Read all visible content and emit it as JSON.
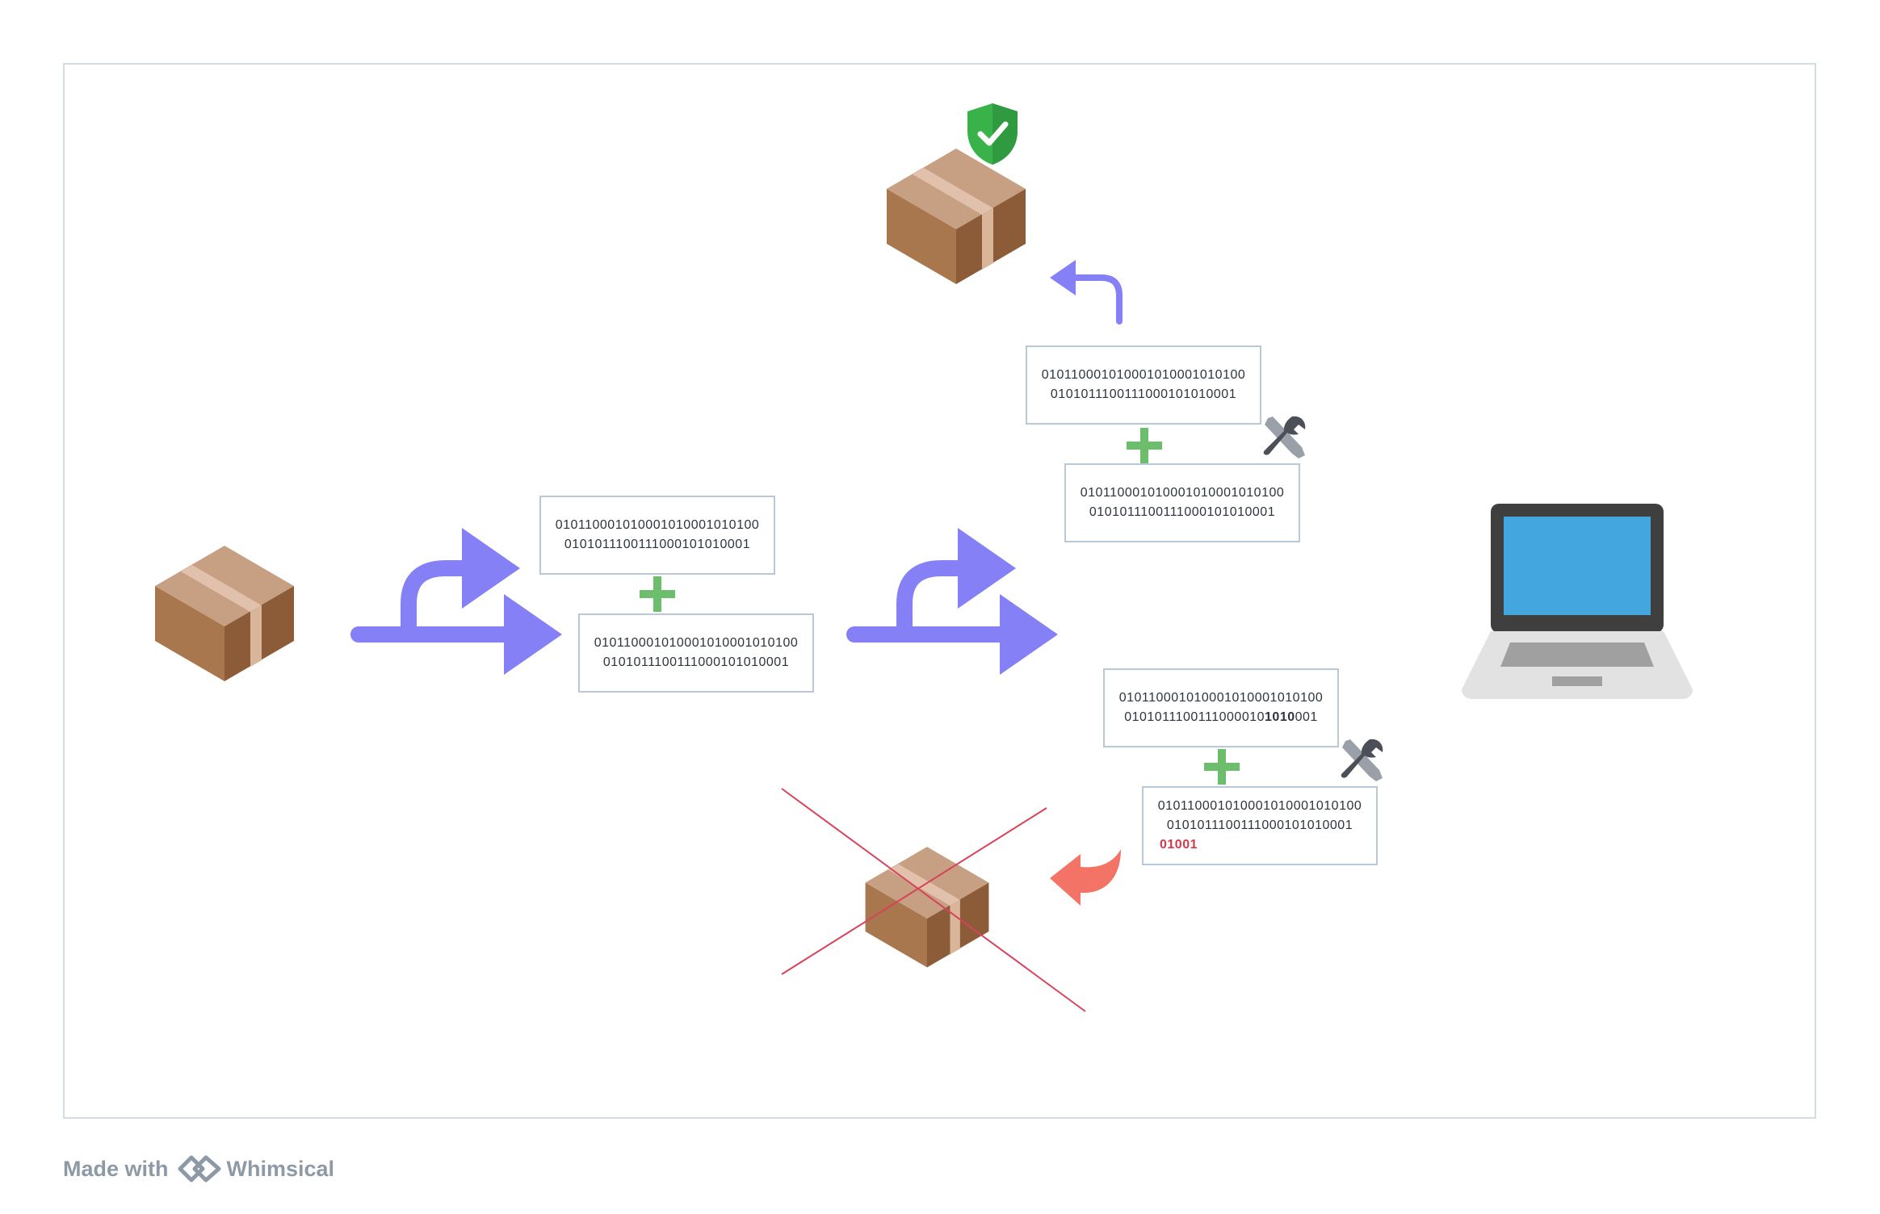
{
  "colors": {
    "arrow": "#8580f5",
    "plus": "#6cbd6c",
    "red_arrow": "#f37466",
    "cross": "#d8425a",
    "frame_border": "#d3dce0",
    "box_border": "#b9c8d8",
    "shield": "#3ab24a",
    "laptop_screen": "#44a6de"
  },
  "icons": [
    "package-icon",
    "shield-check-icon",
    "split-arrow-icon",
    "turn-left-arrow-icon",
    "curved-back-arrow-icon",
    "tools-icon",
    "laptop-icon",
    "whimsical-logo-icon"
  ],
  "binary": {
    "line1": "010110001010001010001010100",
    "line2": "010101110011100010101000 1"
  },
  "pairs": {
    "middle_top": {
      "line1": "010110001010001010001010100",
      "line2": "0101011100111000101010001"
    },
    "middle_bottom": {
      "line1": "010110001010001010001010100",
      "line2": "0101011100111000101010001"
    },
    "upper_top": {
      "line1": "010110001010001010001010100",
      "line2": "0101011100111000101010001"
    },
    "upper_bottom": {
      "line1": "010110001010001010001010100",
      "line2": "0101011100111000101010001"
    },
    "lower_top": {
      "line1": "010110001010001010001010100",
      "line2_pre": "0101011100111000010",
      "line2_bold": "1010",
      "line2_post": "001"
    },
    "lower_bottom": {
      "line1": "010110001010001010001010100",
      "line2": "0101011100111000101010001",
      "line3": "01001"
    }
  },
  "footer": {
    "made_with": "Made with",
    "brand": "Whimsical"
  }
}
